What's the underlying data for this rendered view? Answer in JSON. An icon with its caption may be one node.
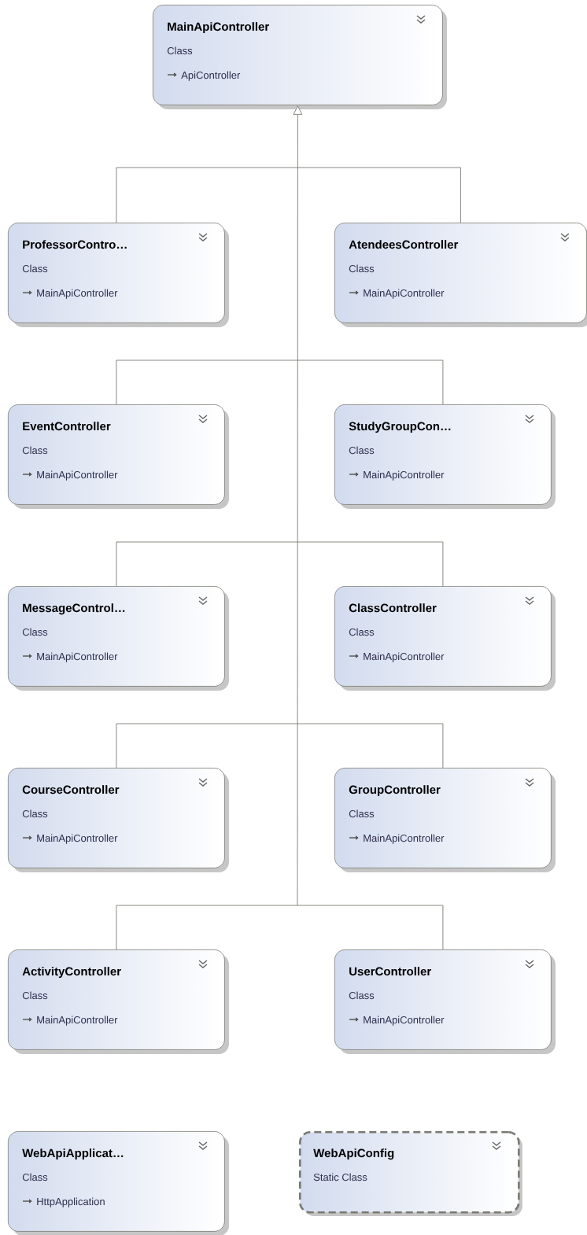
{
  "diagram": {
    "nodes": [
      {
        "text": [
          "MainApiController",
          "Class",
          "ApiController"
        ]
      },
      {
        "text": [
          "ProfessorContro…",
          "Class",
          "MainApiController"
        ]
      },
      {
        "text": [
          "AtendeesController",
          "Class",
          "MainApiController"
        ]
      },
      {
        "text": [
          "EventController",
          "Class",
          "MainApiController"
        ]
      },
      {
        "text": [
          "StudyGroupCon…",
          "Class",
          "MainApiController"
        ]
      },
      {
        "text": [
          "MessageControl…",
          "Class",
          "MainApiController"
        ]
      },
      {
        "text": [
          "ClassController",
          "Class",
          "MainApiController"
        ]
      },
      {
        "text": [
          "CourseController",
          "Class",
          "MainApiController"
        ]
      },
      {
        "text": [
          "GroupController",
          "Class",
          "MainApiController"
        ]
      },
      {
        "text": [
          "ActivityController",
          "Class",
          "MainApiController"
        ]
      },
      {
        "text": [
          "UserController",
          "Class",
          "MainApiController"
        ]
      },
      {
        "text": [
          "WebApiApplicat…",
          "Class",
          "HttpApplication"
        ]
      },
      {
        "text": [
          "WebApiConfig",
          "Static Class"
        ]
      }
    ],
    "edges": [
      {
        "from": 1,
        "to": 0,
        "arrow": "to"
      },
      {
        "from": 2,
        "to": 0,
        "arrow": "to"
      },
      {
        "from": 3,
        "to": 0,
        "arrow": "to"
      },
      {
        "from": 4,
        "to": 0,
        "arrow": "to"
      },
      {
        "from": 5,
        "to": 0,
        "arrow": "to"
      },
      {
        "from": 6,
        "to": 0,
        "arrow": "to"
      },
      {
        "from": 7,
        "to": 0,
        "arrow": "to"
      },
      {
        "from": 8,
        "to": 0,
        "arrow": "to"
      },
      {
        "from": 9,
        "to": 0,
        "arrow": "to"
      },
      {
        "from": 10,
        "to": 0,
        "arrow": "to"
      }
    ]
  }
}
